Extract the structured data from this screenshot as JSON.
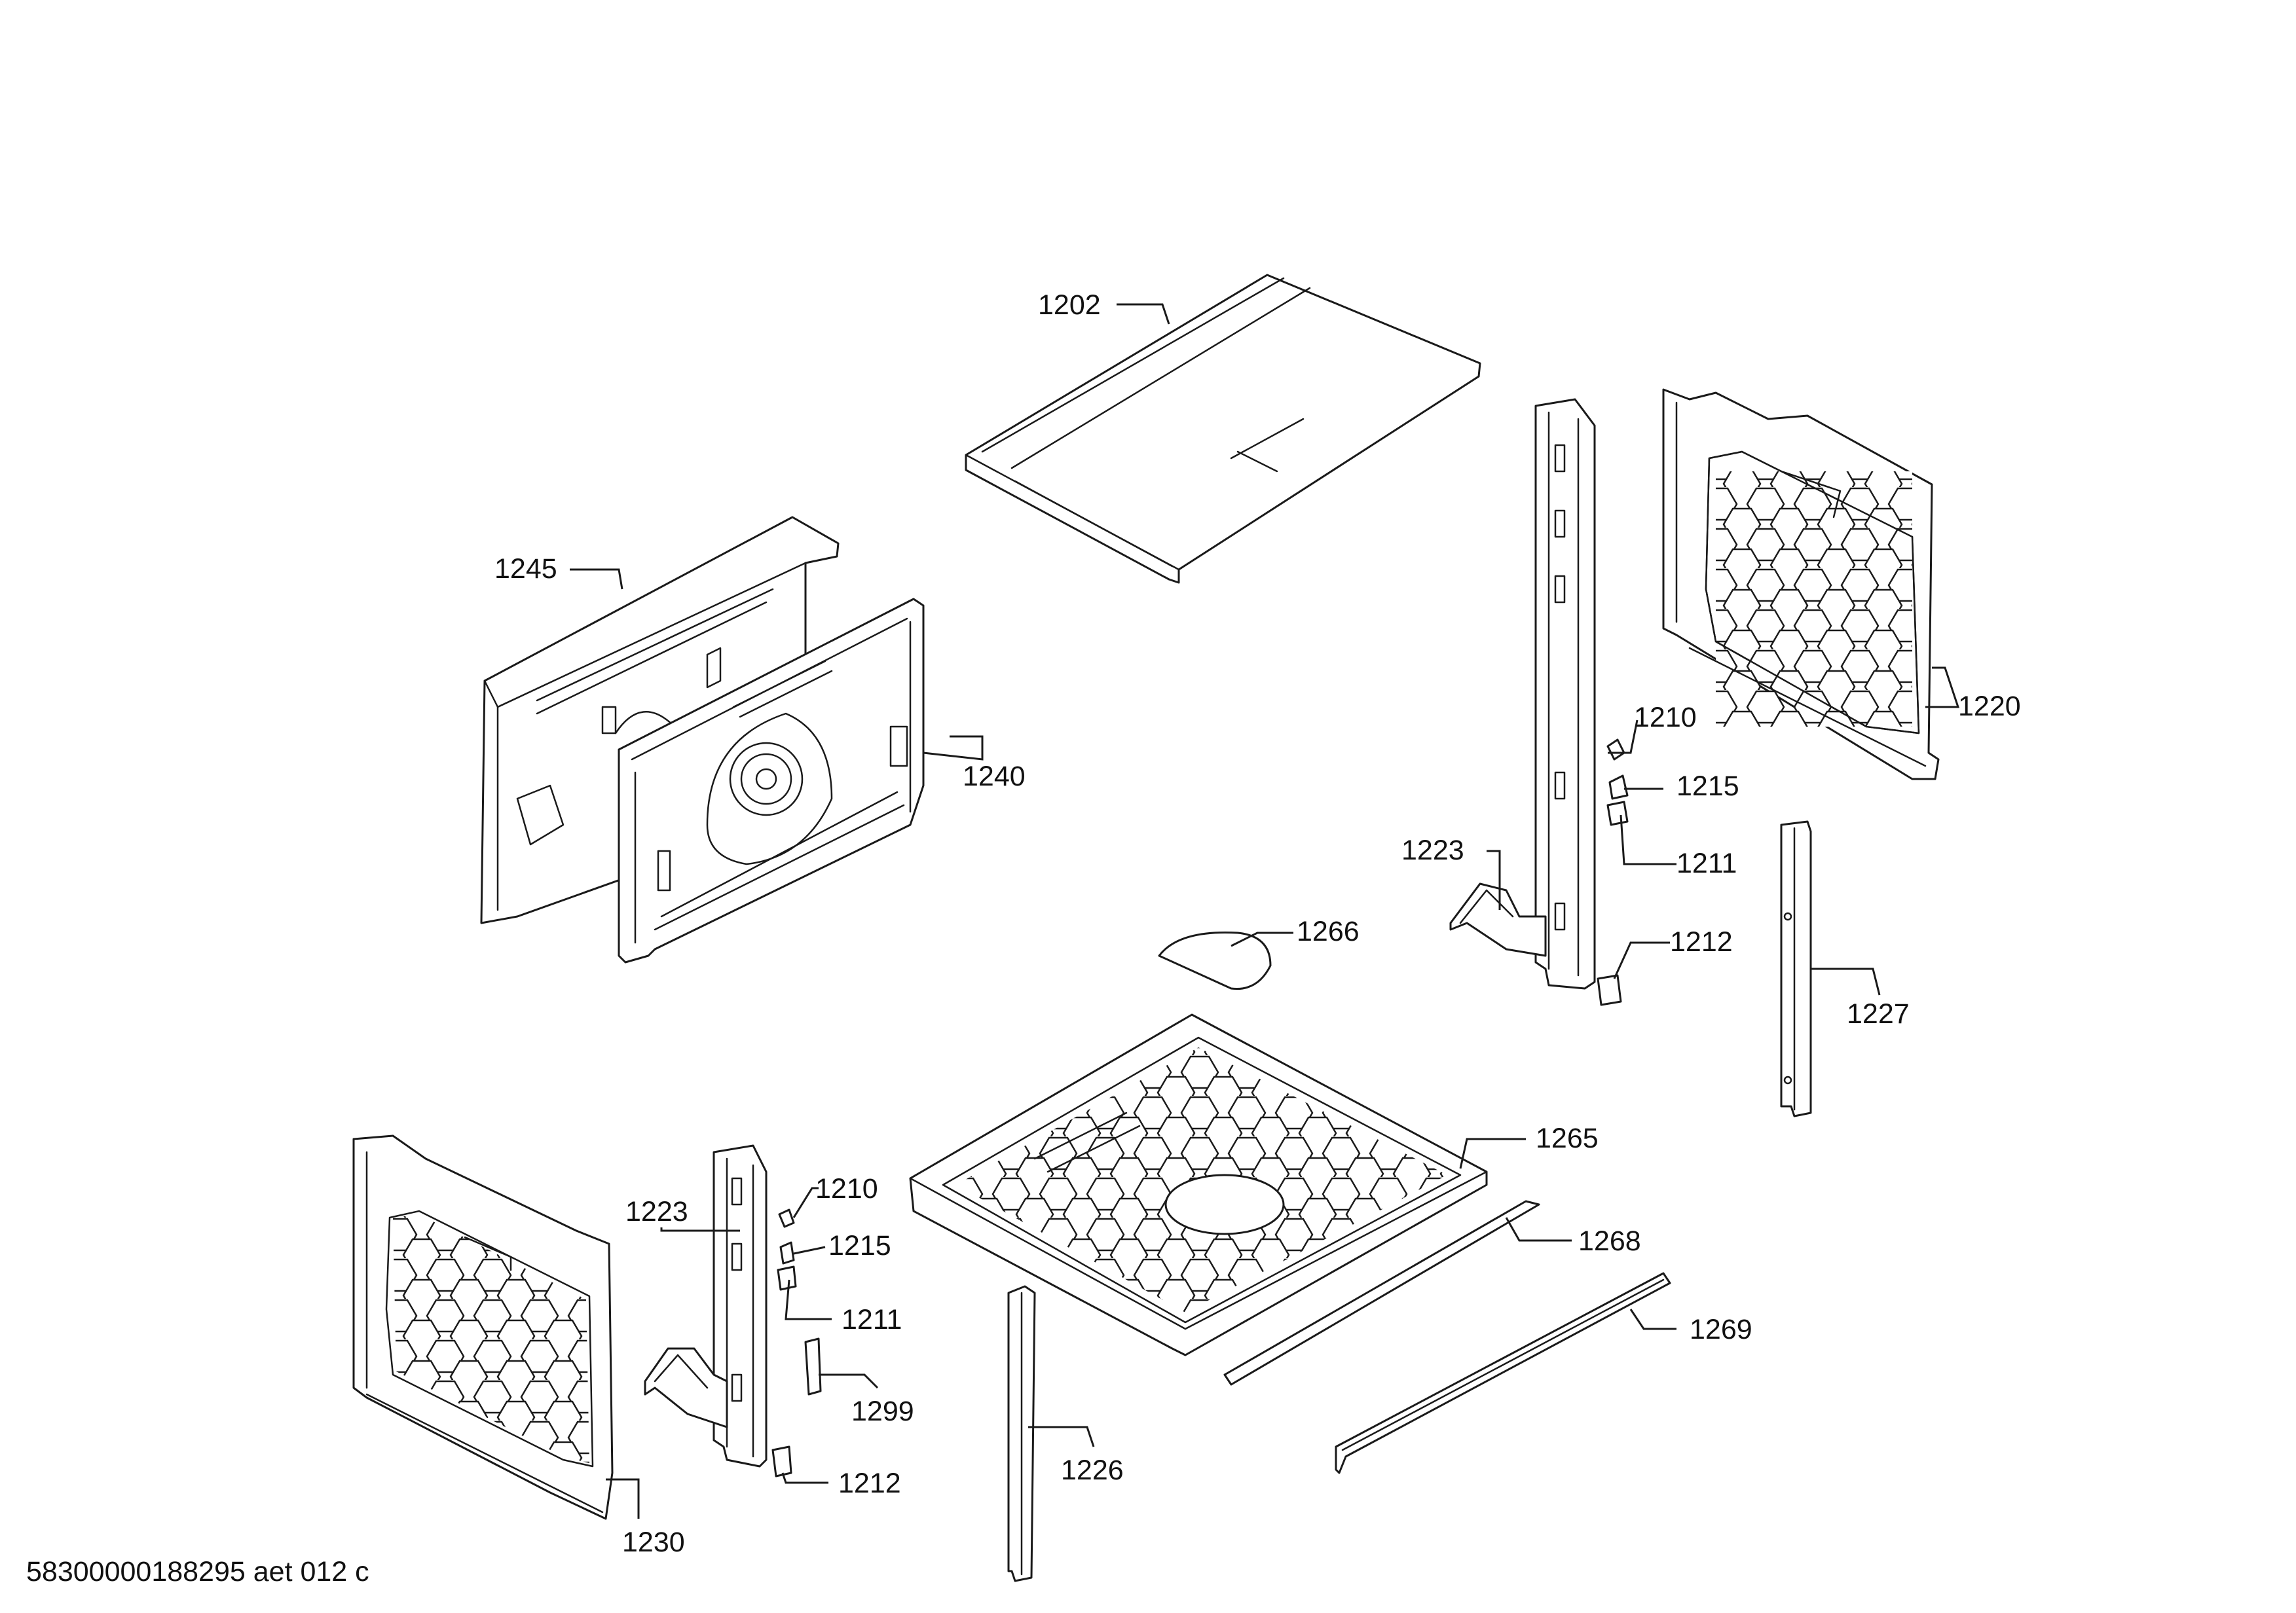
{
  "callouts": {
    "c1202": "1202",
    "c1245": "1245",
    "c1240": "1240",
    "c1220": "1220",
    "c1210_right": "1210",
    "c1215_right": "1215",
    "c1211_right": "1211",
    "c1223_right": "1223",
    "c1212_right": "1212",
    "c1266": "1266",
    "c1227": "1227",
    "c1265": "1265",
    "c1268": "1268",
    "c1269": "1269",
    "c1223_left": "1223",
    "c1210_left": "1210",
    "c1215_left": "1215",
    "c1211_left": "1211",
    "c1299": "1299",
    "c1212_left": "1212",
    "c1226": "1226",
    "c1230": "1230"
  },
  "footer": {
    "drawing_id": "58300000188295 aet 012 c"
  }
}
